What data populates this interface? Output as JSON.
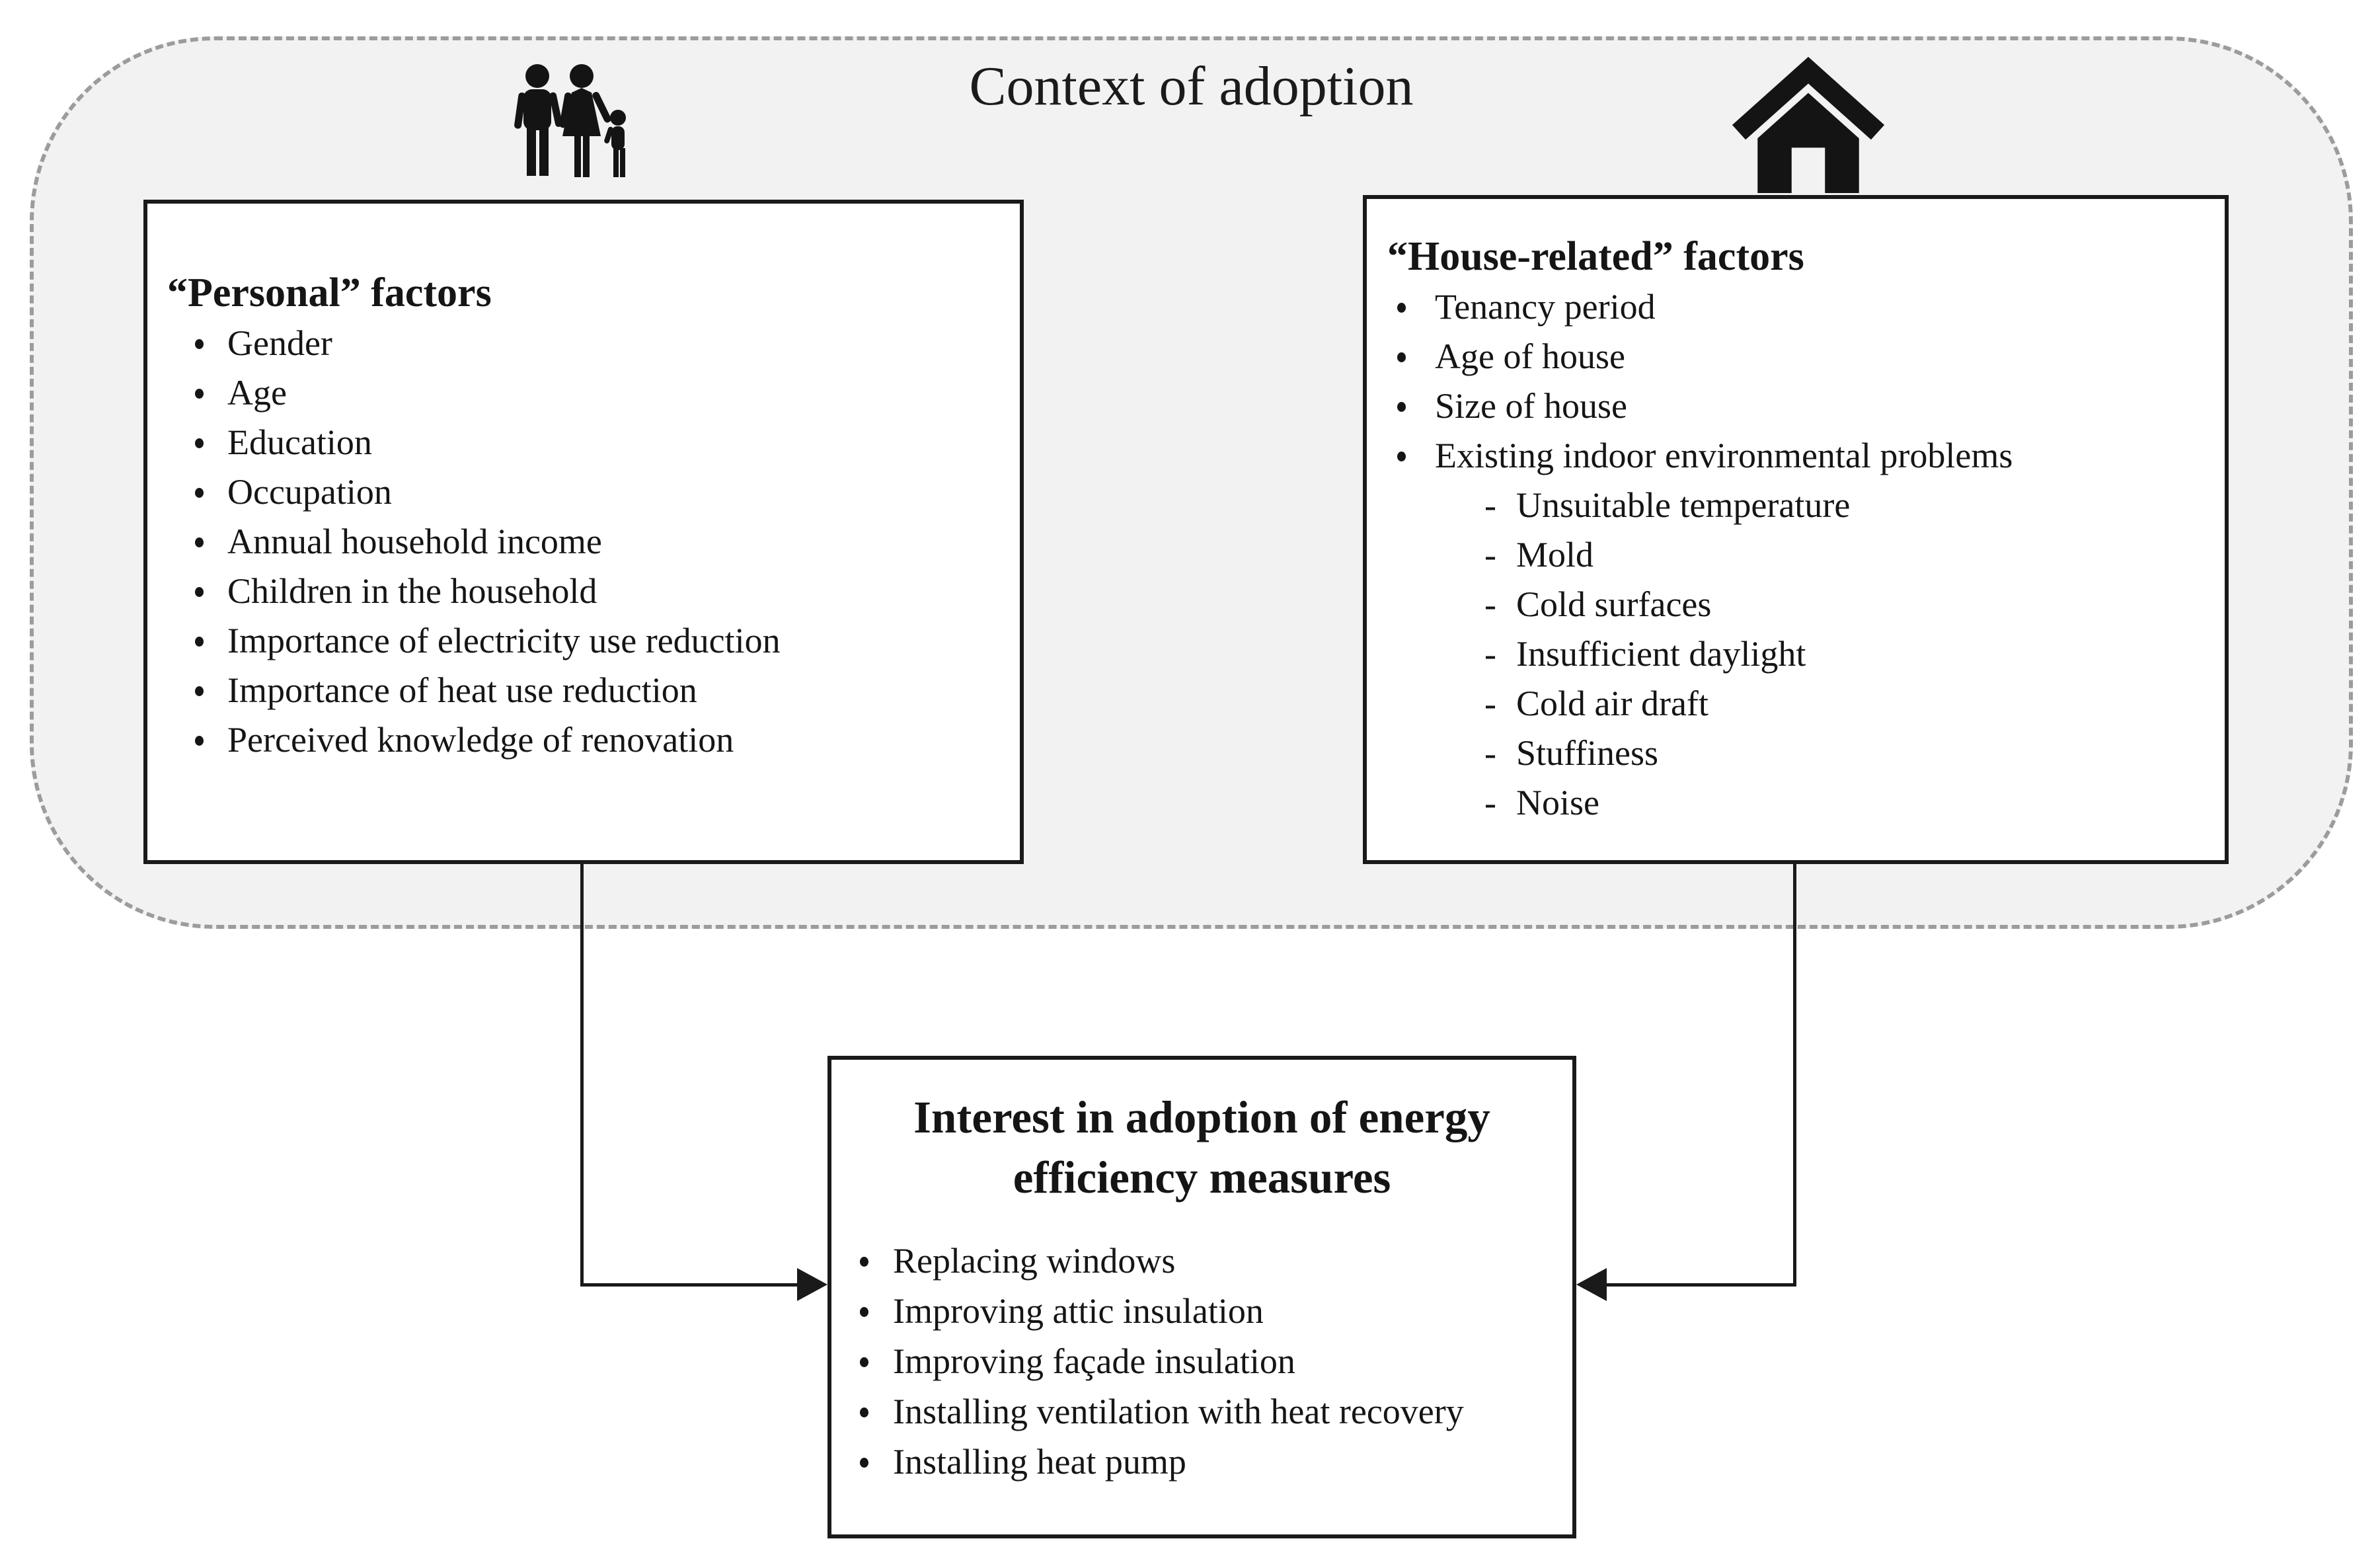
{
  "context_group": {
    "title": "Context of adoption",
    "frame_fill": "#f2f2f2",
    "frame_border_color": "#9c9c9c",
    "icons": [
      "family-icon",
      "house-icon"
    ]
  },
  "colors": {
    "box_border": "#1a1a1a",
    "text": "#151515",
    "page_background": "#ffffff"
  },
  "personal_box": {
    "heading": "“Personal” factors",
    "items": [
      "Gender",
      "Age",
      "Education",
      "Occupation",
      "Annual household income",
      "Children in the household",
      "Importance of electricity use reduction",
      "Importance of heat use reduction",
      "Perceived knowledge of renovation"
    ]
  },
  "house_box": {
    "heading": "“House-related” factors",
    "items": [
      "Tenancy period",
      "Age of house",
      "Size of house",
      "Existing indoor environmental problems"
    ],
    "sub_items": [
      "Unsuitable temperature",
      "Mold",
      "Cold surfaces",
      "Insufficient daylight",
      "Cold air draft",
      "Stuffiness",
      "Noise"
    ]
  },
  "outcome_box": {
    "heading": "Interest in adoption of energy efficiency measures",
    "items": [
      "Replacing windows",
      "Improving attic insulation",
      "Improving façade insulation",
      "Installing ventilation with heat recovery",
      "Installing heat pump"
    ]
  }
}
